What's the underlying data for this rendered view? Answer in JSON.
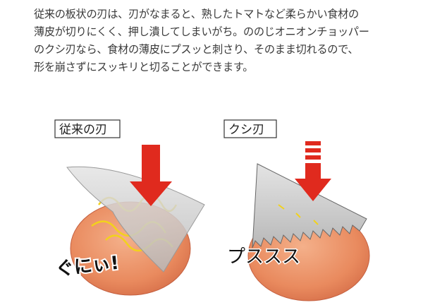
{
  "description": {
    "lines": [
      "従来の板状の刃は、刃がなまると、熟したトマトなど柔らかい食材の",
      "薄皮が切りにくく、押し潰してしまいがち。ののじオニオンチョッパー",
      "のクシ刃なら、食材の薄皮にプスッと刺さり、そのまま切れるので、",
      "形を崩さずにスッキリと切ることができます。"
    ]
  },
  "left_panel": {
    "label": "従来の刃",
    "sound": "ぐにぃ!"
  },
  "right_panel": {
    "label": "クシ刃",
    "sound": "プススス"
  },
  "colors": {
    "arrow": "#e02a1e",
    "tomato": "#e98a5e",
    "blade": "#c9c9c9",
    "squish": "#f2d21c"
  }
}
